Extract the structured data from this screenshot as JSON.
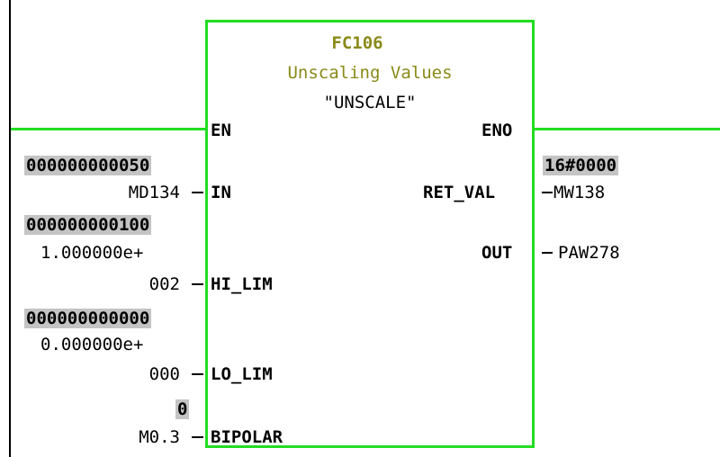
{
  "block": {
    "number": "FC106",
    "description": "Unscaling Values",
    "symbol": "\"UNSCALE\""
  },
  "pins": {
    "en": "EN",
    "eno": "ENO",
    "in": "IN",
    "hi_lim": "HI_LIM",
    "lo_lim": "LO_LIM",
    "bipolar": "BIPOLAR",
    "ret_val": "RET_VAL",
    "out": "OUT"
  },
  "inputs": {
    "in_value": "000000000050",
    "in_operand": "MD134",
    "hi_lim_value": "000000000100",
    "hi_lim_operand_line1": "1.000000e+",
    "hi_lim_operand_line2": "002",
    "lo_lim_value": "000000000000",
    "lo_lim_operand_line1": "0.000000e+",
    "lo_lim_operand_line2": "000",
    "bipolar_value": "0",
    "bipolar_operand": "M0.3"
  },
  "outputs": {
    "ret_val_value": "16#0000",
    "ret_val_operand": "MW138",
    "out_operand": "PAW278"
  },
  "colors": {
    "wire": "#22dd22",
    "title": "#8a8a18",
    "value_background": "#c4c4c4"
  }
}
